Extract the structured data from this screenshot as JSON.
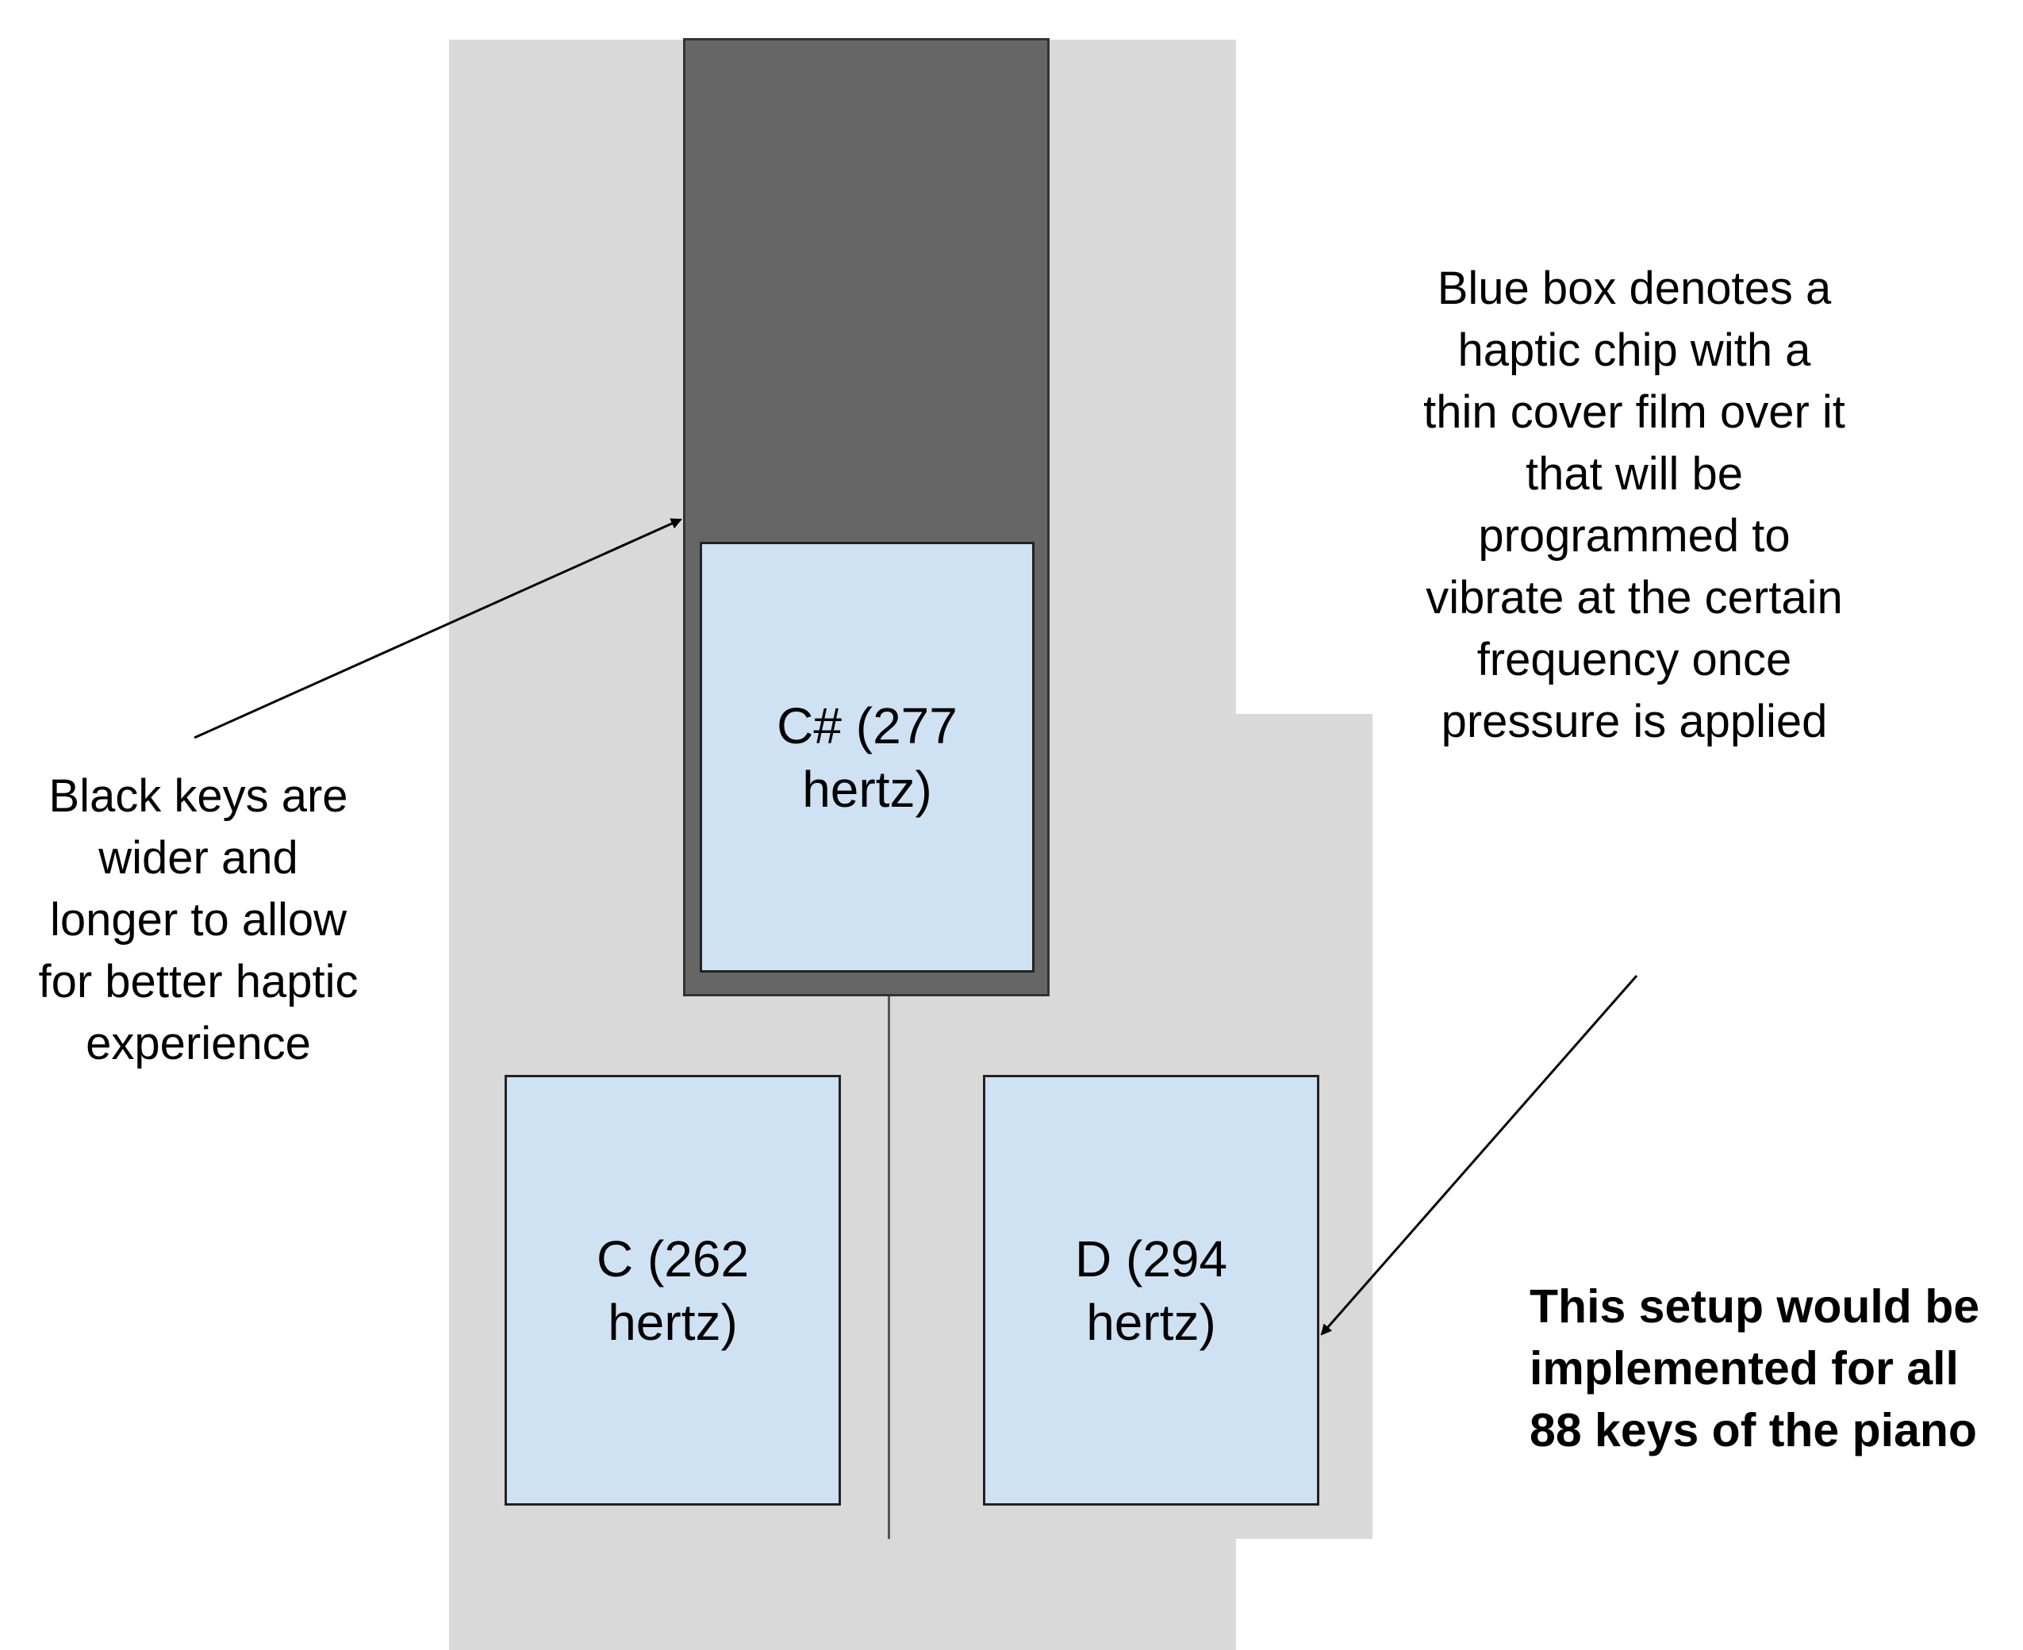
{
  "chips": {
    "c_sharp": "C# (277 hertz)",
    "c": "C (262 hertz)",
    "d": "D (294 hertz)"
  },
  "annotations": {
    "black_keys": "Black keys are wider and longer to allow for better haptic experience",
    "blue_box": "Blue box denotes a haptic chip with a thin cover film over it that will be programmed to vibrate at the certain frequency once pressure is applied",
    "setup": "This setup would be implemented for all 88 keys of the piano"
  },
  "colors": {
    "white_key": "#d9d9d9",
    "black_key": "#666666",
    "haptic_chip": "#cfe2f3"
  }
}
